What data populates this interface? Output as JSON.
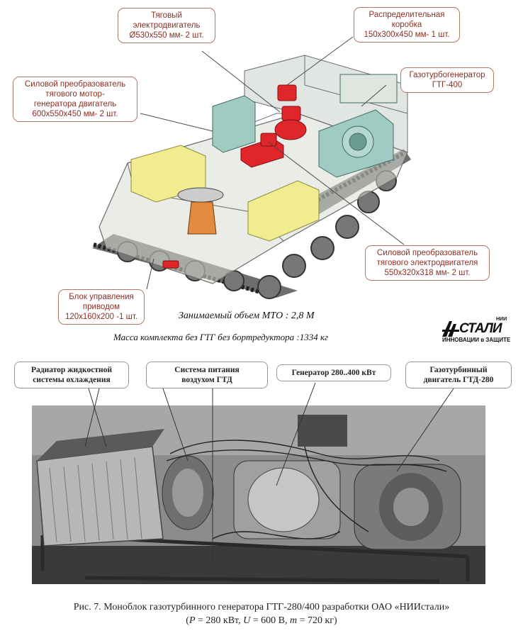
{
  "top_figure": {
    "callouts": {
      "traction_motor": [
        "Тяговый",
        "электродвигатель",
        "Ø530x550 мм- 2 шт."
      ],
      "distribution_box": [
        "Распределительная",
        "коробка",
        "150x300x450 мм- 1 шт."
      ],
      "power_converter_motor_generator": [
        "Силовой преобразователь",
        "тягового мотор-",
        "генератора двигатель",
        "600x550x450 мм- 2 шт."
      ],
      "gas_turbine_generator": [
        "Газотурбогенератор",
        "ГТГ-400"
      ],
      "power_converter_traction": [
        "Силовой преобразователь",
        "тягового электродвигателя",
        "550x320x318 мм- 2 шт."
      ],
      "drive_control_unit": [
        "Блок управления",
        "приводом",
        "120x160x200 -1 шт."
      ]
    },
    "volume_text": "Занимаемый объем МТО : 2,8 М",
    "mass_text": "Масса комплекта  без ГТГ без бортредуктора :1334 кг",
    "logo": {
      "nii": "НИИ",
      "word": "СТАЛИ",
      "tagline": "ИННОВАЦИИ в ЗАЩИТЕ"
    }
  },
  "photo_figure": {
    "labels": {
      "radiator": [
        "Радиатор жидкостной",
        "системы охлаждения"
      ],
      "air_supply": [
        "Система питания",
        "воздухом ГТД"
      ],
      "generator": [
        "Генератор 280..400 кВт"
      ],
      "gas_turbine_engine": [
        "Газотурбинный",
        "двигатель ГТД-280"
      ]
    },
    "caption_line1": "Рис. 7. Моноблок газотурбинного генератора ГТГ-280/400 разработки ОАО «НИИстали»",
    "caption_line2_parts": {
      "open": "(",
      "p_sym": "P",
      "p_val": " = 280 кВт, ",
      "u_sym": "U",
      "u_val": " = 600 В, ",
      "m_sym": "m",
      "m_val": " = 720 кг)"
    }
  },
  "colors": {
    "callout_text": "#8a2f22",
    "callout_border": "#b47866",
    "red_unit": "#e0262a",
    "yellow_unit": "#f1ec8f"
  }
}
